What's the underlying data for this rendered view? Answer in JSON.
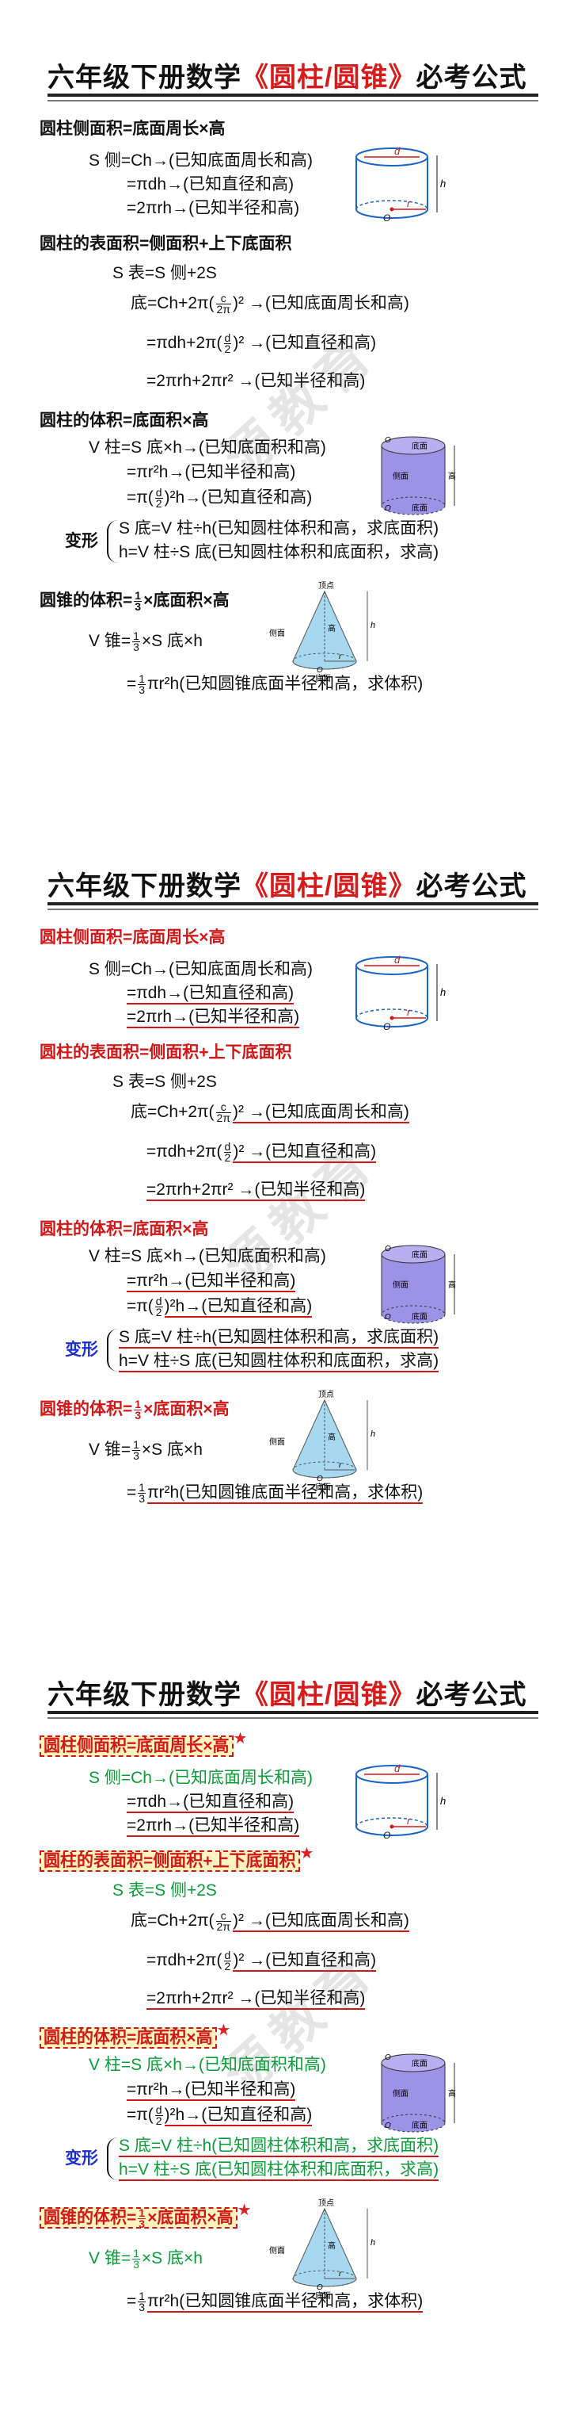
{
  "title": {
    "prefix": "六年级下册数学",
    "highlight": "《圆柱/圆锥》",
    "suffix": "必考公式"
  },
  "side": {
    "label": "圆柱侧面积=底面周长×高",
    "f1": "S 侧=Ch→(已知底面周长和高)",
    "f2": "=πdh→(已知直径和高)",
    "f3": "=2πrh→(已知半径和高)"
  },
  "surface": {
    "label": "圆柱的表面积=侧面积+上下底面积",
    "f0": "S 表=S 侧+2S",
    "f1a": "底=Ch+2π(",
    "f1b": ")² →(已知底面周长和高)",
    "f2a": "=πdh+2π(",
    "f2b": ")² →(已知直径和高)",
    "f3": "=2πrh+2πr² →(已知半径和高)"
  },
  "volume": {
    "label": "圆柱的体积=底面积×高",
    "f1": "V 柱=S 底×h→(已知底面积和高)",
    "f2": "=πr²h→(已知半径和高)",
    "f3a": "=π(",
    "f3b": ")²h→(已知直径和高)"
  },
  "transform": {
    "label": "变形",
    "f1": "S 底=V 柱÷h(已知圆柱体积和高，求底面积)",
    "f2": "h=V 柱÷S 底(已知圆柱体积和底面积，求高)"
  },
  "cone": {
    "label_a": "圆锥的体积=",
    "label_b": "×底面积×高",
    "f1a": "V 锥=",
    "f1b": "×S 底×h",
    "f2a": "=",
    "f2b": "πr²h(已知圆锥底面半径和高，求体积)"
  },
  "fractions": {
    "c": "c",
    "twopi": "2π",
    "d": "d",
    "two": "2",
    "one": "1",
    "three": "3"
  },
  "figure_labels": {
    "d": "d",
    "r": "r",
    "h": "h",
    "O": "O",
    "dimian": "底面",
    "cemian": "侧面",
    "gao": "高",
    "dingdian": "顶点"
  },
  "watermark": "源教育",
  "colors": {
    "title_highlight": "#d91a1a",
    "label_red": "#d01818",
    "label_blue": "#1c2fd0",
    "formula_green": "#0a9c38",
    "arrow_cyan": "#1aa3e0",
    "highlight_box": "#fff4c0",
    "cylinder_fill": "#9b93e6"
  }
}
